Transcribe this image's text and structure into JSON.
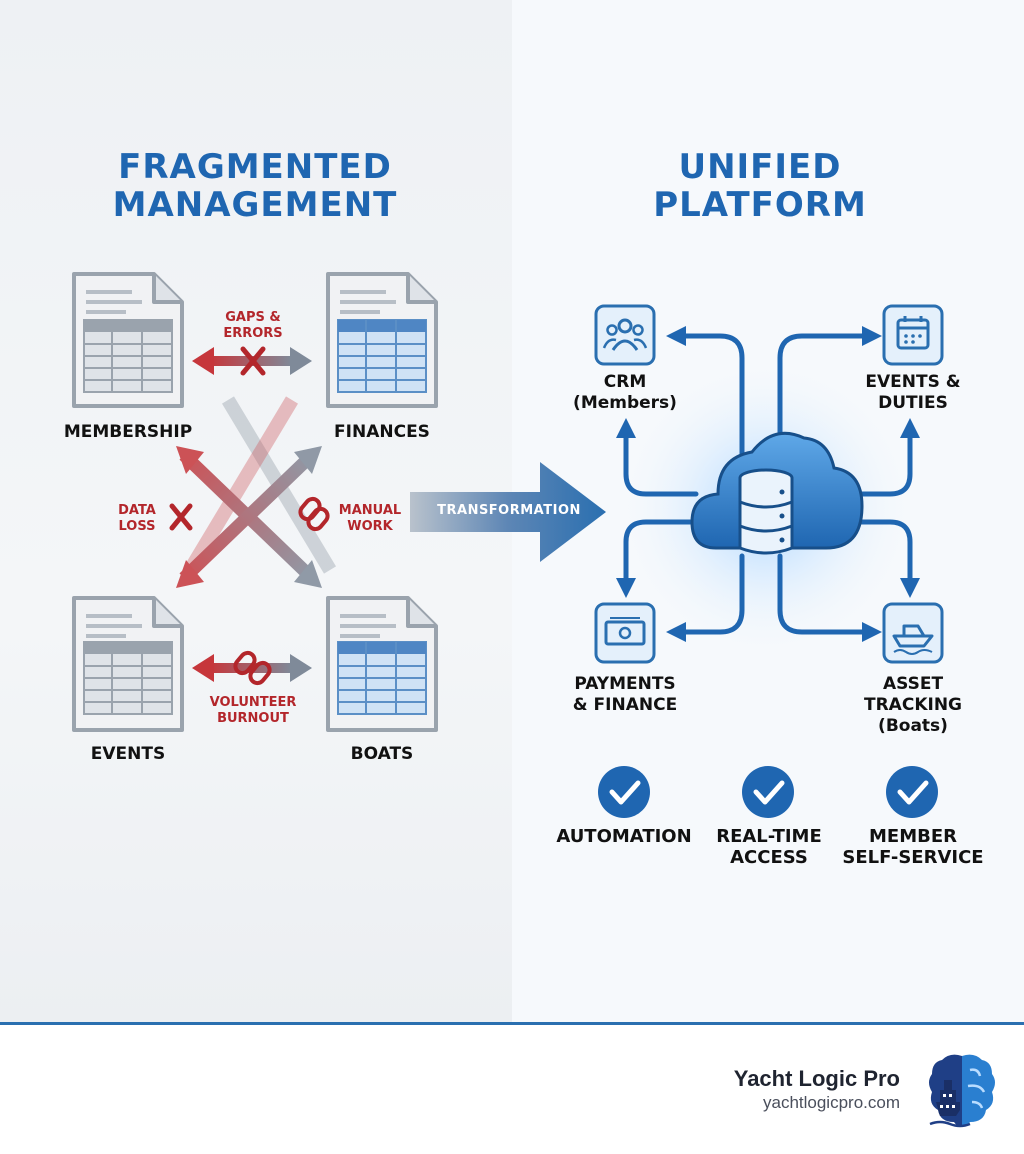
{
  "left": {
    "title_line1": "FRAGMENTED",
    "title_line2": "MANAGEMENT",
    "nodes": {
      "membership": "MEMBERSHIP",
      "finances": "FINANCES",
      "events": "EVENTS",
      "boats": "BOATS"
    },
    "problems": {
      "gaps_line1": "GAPS &",
      "gaps_line2": "ERRORS",
      "data_loss_line1": "DATA",
      "data_loss_line2": "LOSS",
      "manual_line1": "MANUAL",
      "manual_line2": "WORK",
      "volunteer_line1": "VOLUNTEER",
      "volunteer_line2": "BURNOUT"
    }
  },
  "transformation_label": "TRANSFORMATION",
  "right": {
    "title_line1": "UNIFIED",
    "title_line2": "PLATFORM",
    "modules": {
      "crm_line1": "CRM",
      "crm_line2": "(Members)",
      "events_line1": "EVENTS &",
      "events_line2": "DUTIES",
      "payments_line1": "PAYMENTS",
      "payments_line2": "& FINANCE",
      "asset_line1": "ASSET",
      "asset_line2": "TRACKING",
      "asset_line3": "(Boats)"
    },
    "benefits": {
      "automation": "AUTOMATION",
      "realtime_line1": "REAL-TIME",
      "realtime_line2": "ACCESS",
      "selfservice_line1": "MEMBER",
      "selfservice_line2": "SELF-SERVICE"
    }
  },
  "brand": {
    "name": "Yacht Logic Pro",
    "url": "yachtlogicpro.com"
  },
  "colors": {
    "accent_blue": "#1f66b1",
    "problem_red": "#b3262b",
    "arrow_gray": "#7a8696"
  },
  "icons": [
    "document-icon",
    "spreadsheet-icon",
    "x-mark-icon",
    "broken-link-icon",
    "users-icon",
    "calendar-icon",
    "cloud-database-icon",
    "money-icon",
    "boat-icon",
    "check-circle-icon",
    "brain-ship-logo"
  ]
}
